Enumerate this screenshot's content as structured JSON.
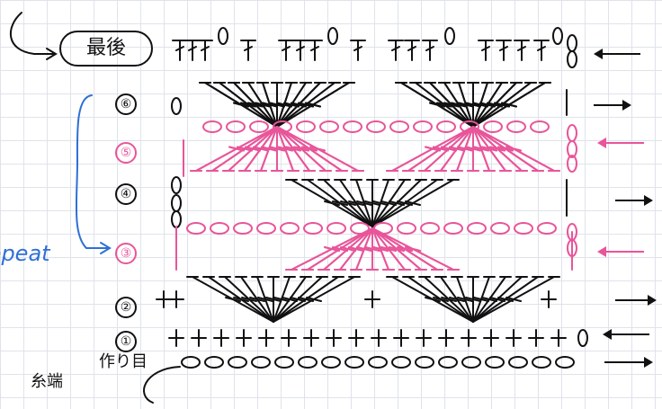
{
  "labels": {
    "final_row": "最後",
    "repeat": "Repeat",
    "foundation_chain": "作り目",
    "yarn_end": "糸端"
  },
  "rows": [
    {
      "number": "⑥",
      "color": "black"
    },
    {
      "number": "⑤",
      "color": "pink"
    },
    {
      "number": "④",
      "color": "black"
    },
    {
      "number": "③",
      "color": "pink"
    },
    {
      "number": "②",
      "color": "black"
    },
    {
      "number": "①",
      "color": "black"
    }
  ],
  "colors": {
    "ink": "#111111",
    "pink": "#e8559a",
    "blue": "#2f6fd6",
    "grid": "#dfe3ea"
  },
  "icons": [
    "chain-stitch-icon",
    "single-crochet-icon",
    "double-crochet-icon",
    "direction-arrow-icon"
  ]
}
